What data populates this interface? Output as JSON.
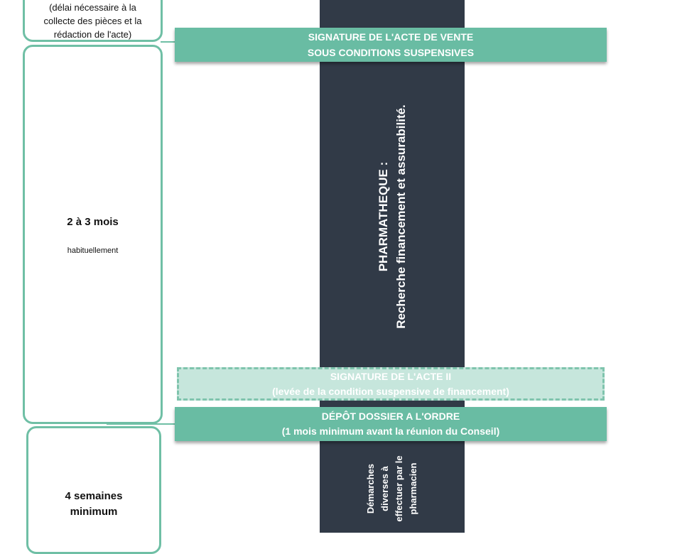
{
  "side_boxes": {
    "top": {
      "lines": [
        "(délai nécessaire à la",
        "collecte des pièces et la",
        "rédaction de l'acte)"
      ]
    },
    "middle": {
      "duration": "2 à 3 mois",
      "note": "habituellement"
    },
    "bottom": {
      "duration_line1": "4 semaines",
      "duration_line2": "minimum"
    }
  },
  "bars": {
    "signature_vente": {
      "line1": "SIGNATURE DE L'ACTE DE VENTE",
      "line2": "SOUS CONDITIONS SUSPENSIVES"
    },
    "signature_acte2": {
      "line1": "SIGNATURE DE L'ACTE II",
      "line2": "(levée de la condition suspensive de financement)"
    },
    "depot_dossier": {
      "line1": "DÉPÔT DOSSIER A L'ORDRE",
      "line2": "(1 mois minimum avant la réunion du Conseil)"
    }
  },
  "column": {
    "upper_line1": "PHARMATHEQUE :",
    "upper_line2": "Recherche financement et assurabilité.",
    "lower_lines": [
      "Démarches",
      "diverses à",
      "effectuer par le",
      "pharmacien"
    ]
  },
  "colors": {
    "accent": "#6fbfa5",
    "bar": "#69bca3",
    "column": "#313a47",
    "dashed_fill": "#c6e6dc"
  }
}
